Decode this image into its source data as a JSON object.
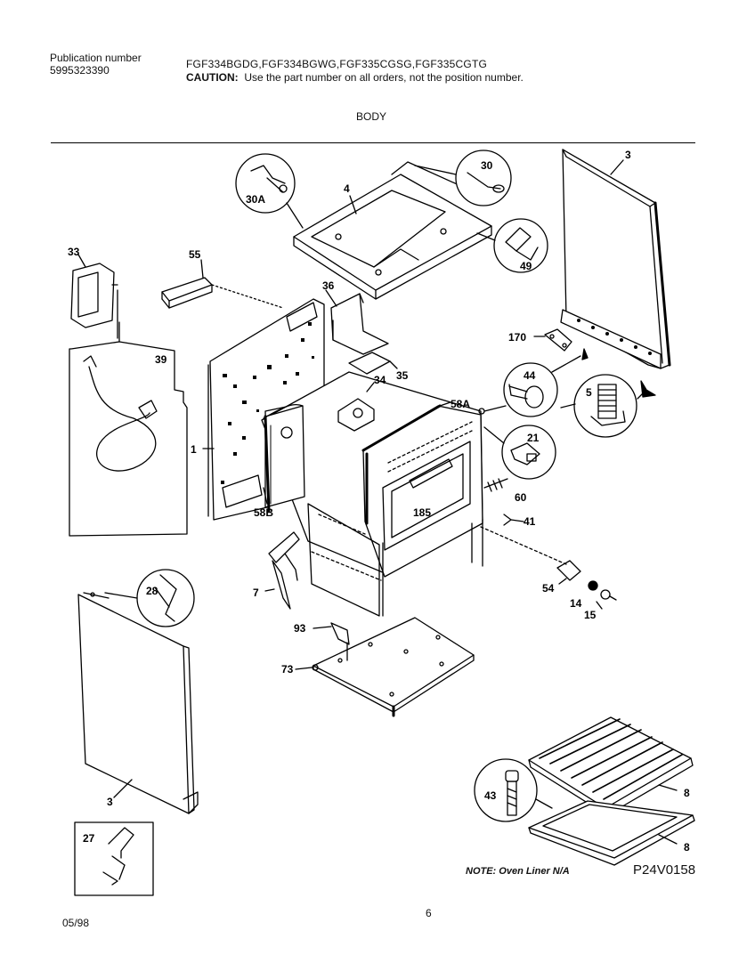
{
  "header": {
    "publication_label": "Publication number",
    "publication_number": "5995323390",
    "models": "FGF334BGDG,FGF334BGWG,FGF335CGSG,FGF335CGTG",
    "caution_label": "CAUTION:",
    "caution_text": "Use the part number on all orders, not the position number."
  },
  "section_title": "BODY",
  "callouts": {
    "p3a": "3",
    "p3b": "3",
    "p4": "4",
    "p30": "30",
    "p30a": "30A",
    "p49": "49",
    "p33": "33",
    "p55": "55",
    "p36": "36",
    "p39": "39",
    "p1": "1",
    "p35": "35",
    "p34": "34",
    "p58a": "58A",
    "p58b": "58B",
    "p170": "170",
    "p44": "44",
    "p5": "5",
    "p21": "21",
    "p60": "60",
    "p185": "185",
    "p41": "41",
    "p7": "7",
    "p28": "28",
    "p54": "54",
    "p14": "14",
    "p15": "15",
    "p93": "93",
    "p73": "73",
    "p43": "43",
    "p8a": "8",
    "p8b": "8",
    "p27": "27"
  },
  "note": "NOTE: Oven Liner N/A",
  "figure_code": "P24V0158",
  "footer": {
    "date": "05/98",
    "page": "6"
  }
}
